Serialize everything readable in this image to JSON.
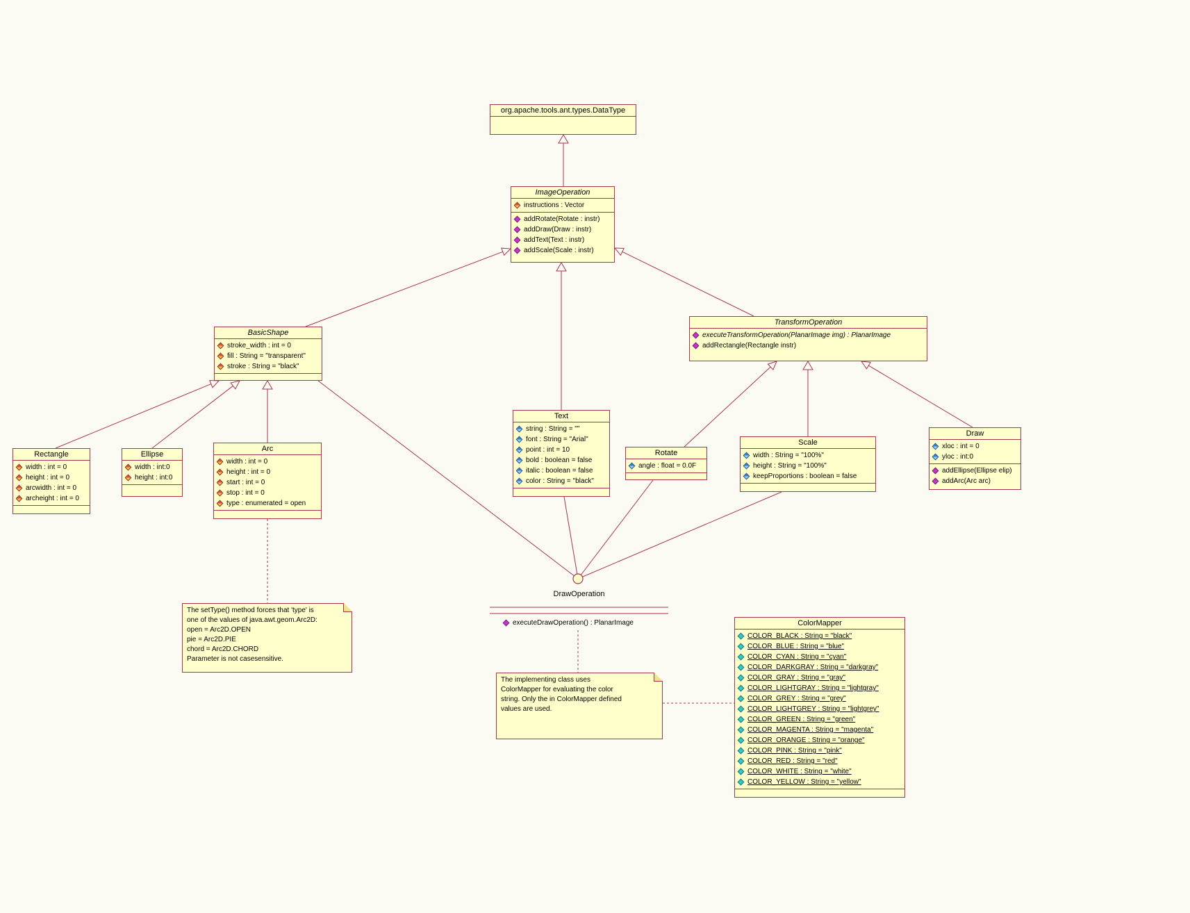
{
  "colors": {
    "background": "#FBFBF3",
    "box_fill": "#FFFFCC",
    "line": "#A93352",
    "text": "#000000",
    "method_icon": "#C636C6",
    "constant_icon": "#35C8C8",
    "attribute_icon_warm": "#E34A3C",
    "attribute_icon_cool": "#2F7BD6"
  },
  "classes": {
    "datatype": {
      "title": "org.apache.tools.ant.types.DataType"
    },
    "image_operation": {
      "title": "ImageOperation",
      "attributes": [
        "instructions : Vector"
      ],
      "methods": [
        "addRotate(Rotate : instr)",
        "addDraw(Draw : instr)",
        "addText(Text : instr)",
        "addScale(Scale : instr)"
      ]
    },
    "basic_shape": {
      "title": "BasicShape",
      "attributes": [
        "stroke_width : int = 0",
        "fill : String = \"transparent\"",
        "stroke : String = \"black\""
      ]
    },
    "transform_operation": {
      "title": "TransformOperation",
      "methods": [
        "executeTransformOperation(PlanarImage img) : PlanarImage",
        "addRectangle(Rectangle instr)"
      ]
    },
    "rectangle": {
      "title": "Rectangle",
      "attributes": [
        "width : int = 0",
        "height : int = 0",
        "arcwidth : int = 0",
        "archeight : int = 0"
      ]
    },
    "ellipse": {
      "title": "Ellipse",
      "attributes": [
        "width : int:0",
        "height : int:0"
      ]
    },
    "arc": {
      "title": "Arc",
      "attributes": [
        "width : int = 0",
        "height : int = 0",
        "start : int = 0",
        "stop : int = 0",
        "type : enumerated = open"
      ]
    },
    "text": {
      "title": "Text",
      "attributes": [
        "string : String = \"\"",
        "font : String = \"Arial\"",
        "point : int = 10",
        "bold : boolean = false",
        "italic : boolean = false",
        "color : String = \"black\""
      ]
    },
    "rotate": {
      "title": "Rotate",
      "attributes": [
        "angle : float = 0.0F"
      ]
    },
    "scale": {
      "title": "Scale",
      "attributes": [
        "width : String = \"100%\"",
        "height : String = \"100%\"",
        "keepProportions : boolean = false"
      ]
    },
    "draw": {
      "title": "Draw",
      "attributes": [
        "xloc : int = 0",
        "yloc : int:0"
      ],
      "methods": [
        "addEllipse(Ellipse elip)",
        "addArc(Arc arc)"
      ]
    },
    "draw_operation": {
      "title": "DrawOperation",
      "methods": [
        "executeDrawOperation() : PlanarImage"
      ]
    },
    "color_mapper": {
      "title": "ColorMapper",
      "constants": [
        "COLOR_BLACK : String = \"black\"",
        "COLOR_BLUE : String = \"blue\"",
        "COLOR_CYAN : String = \"cyan\"",
        "COLOR_DARKGRAY : String = \"darkgray\"",
        "COLOR_GRAY : String = \"gray\"",
        "COLOR_LIGHTGRAY : String = \"lightgray\"",
        "COLOR_GREY : String = \"grey\"",
        "COLOR_LIGHTGREY : String = \"lightgrey\"",
        "COLOR_GREEN : String = \"green\"",
        "COLOR_MAGENTA : String = \"magenta\"",
        "COLOR_ORANGE : String = \"orange\"",
        "COLOR_PINK : String = \"pink\"",
        "COLOR_RED : String = \"red\"",
        "COLOR_WHITE : String = \"white\"",
        "COLOR_YELLOW : String = \"yellow\""
      ]
    }
  },
  "notes": {
    "arc_note": "The setType() method forces that 'type' is\none of the values of java.awt.geom.Arc2D:\nopen =  Arc2D.OPEN\npie = Arc2D.PIE\nchord = Arc2D.CHORD\nParameter is not casesensitive.",
    "color_note": "The implementing class uses\nColorMapper for evaluating the color\nstring. Only the in ColorMapper defined\nvalues are used."
  },
  "relations": [
    {
      "from": "ImageOperation",
      "to": "org.apache.tools.ant.types.DataType",
      "type": "generalization"
    },
    {
      "from": "BasicShape",
      "to": "ImageOperation",
      "type": "generalization"
    },
    {
      "from": "Text",
      "to": "ImageOperation",
      "type": "generalization"
    },
    {
      "from": "TransformOperation",
      "to": "ImageOperation",
      "type": "generalization"
    },
    {
      "from": "Rectangle",
      "to": "BasicShape",
      "type": "generalization"
    },
    {
      "from": "Ellipse",
      "to": "BasicShape",
      "type": "generalization"
    },
    {
      "from": "Arc",
      "to": "BasicShape",
      "type": "generalization"
    },
    {
      "from": "Rotate",
      "to": "TransformOperation",
      "type": "generalization"
    },
    {
      "from": "Scale",
      "to": "TransformOperation",
      "type": "generalization"
    },
    {
      "from": "Draw",
      "to": "TransformOperation",
      "type": "generalization"
    },
    {
      "from": "BasicShape",
      "to": "DrawOperation",
      "type": "interface-realization"
    },
    {
      "from": "Text",
      "to": "DrawOperation",
      "type": "interface-realization"
    },
    {
      "from": "Rotate",
      "to": "DrawOperation",
      "type": "interface-realization"
    },
    {
      "from": "Scale",
      "to": "DrawOperation",
      "type": "interface-realization"
    },
    {
      "from": "arc-note",
      "to": "Arc",
      "type": "note-anchor"
    },
    {
      "from": "color-note",
      "to": "DrawOperation",
      "type": "note-anchor"
    },
    {
      "from": "color-note",
      "to": "ColorMapper",
      "type": "note-anchor"
    }
  ]
}
